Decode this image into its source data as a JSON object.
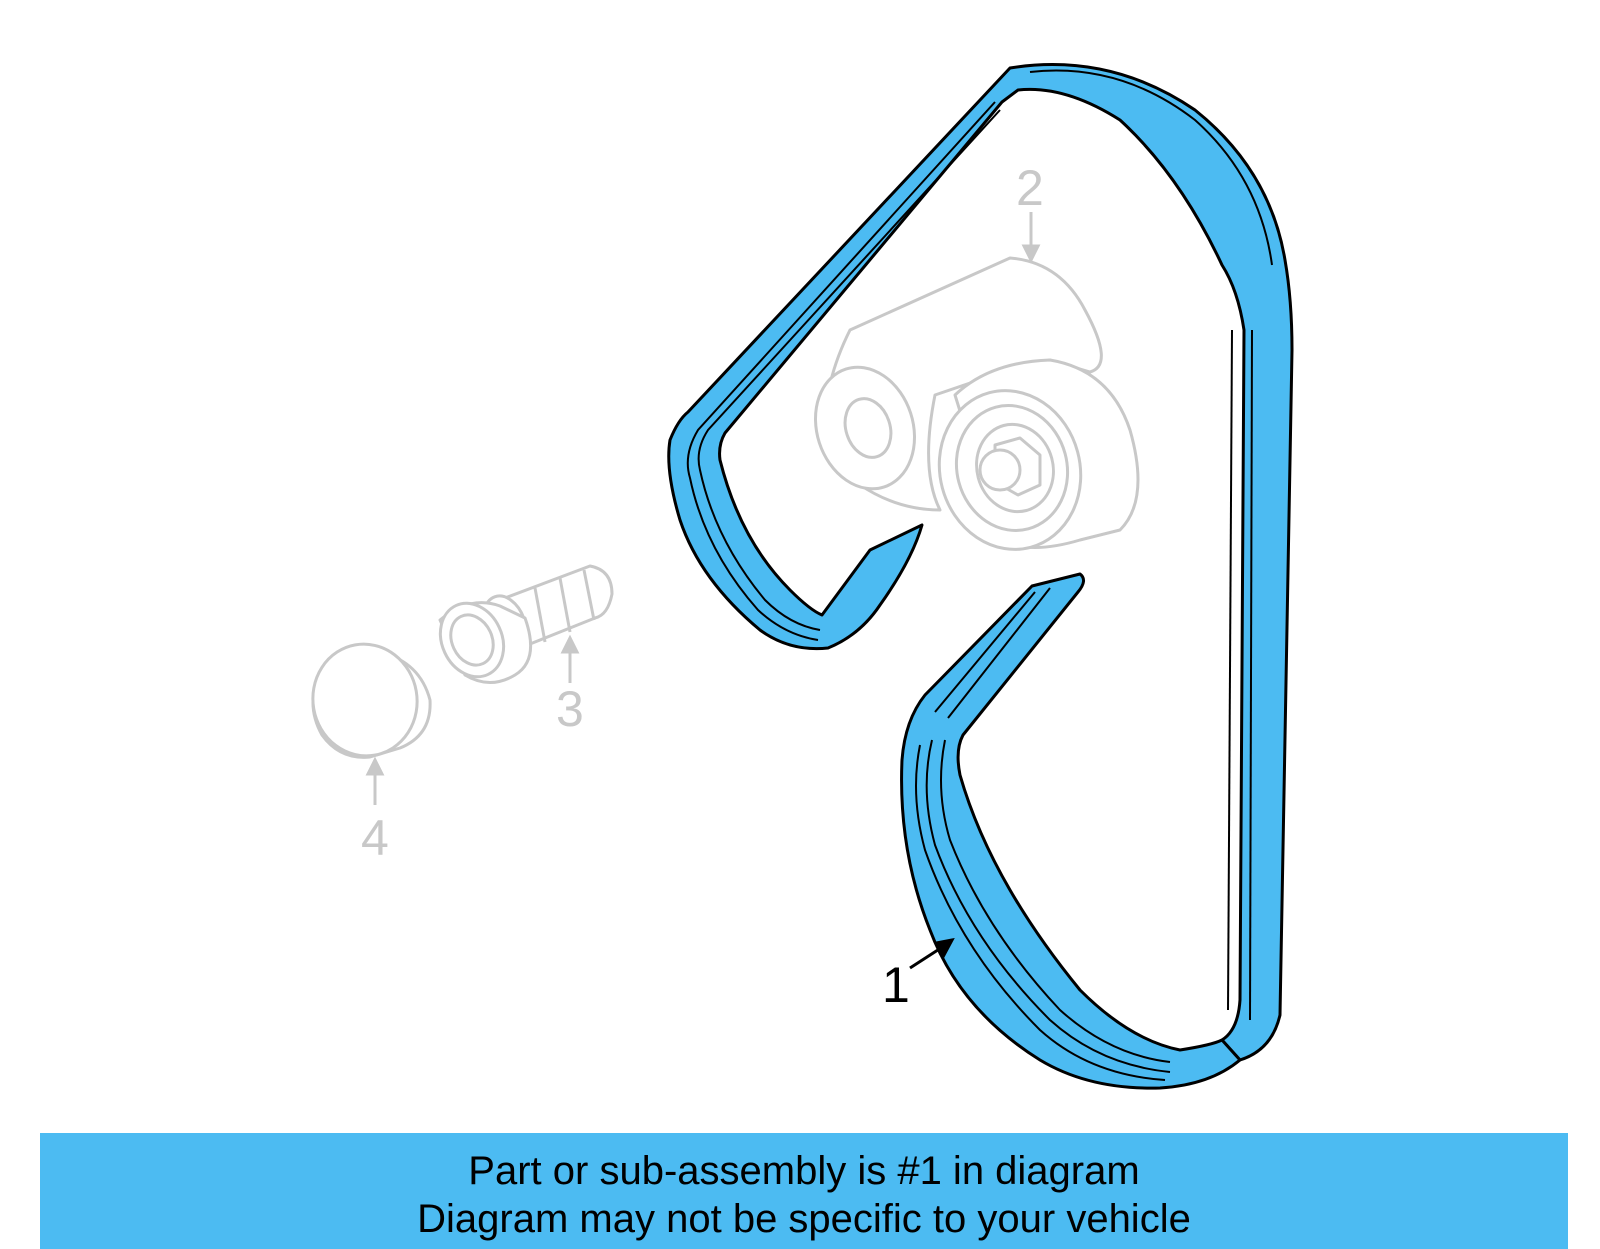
{
  "diagram": {
    "callouts": {
      "belt": "1",
      "tensioner": "2",
      "bolt": "3",
      "cap": "4"
    },
    "highlight_color": "#4cbbf2",
    "ghost_color": "#c8c8c8"
  },
  "banner": {
    "line1": "Part or sub-assembly is #1 in diagram",
    "line2": "Diagram may not be specific to your vehicle"
  }
}
